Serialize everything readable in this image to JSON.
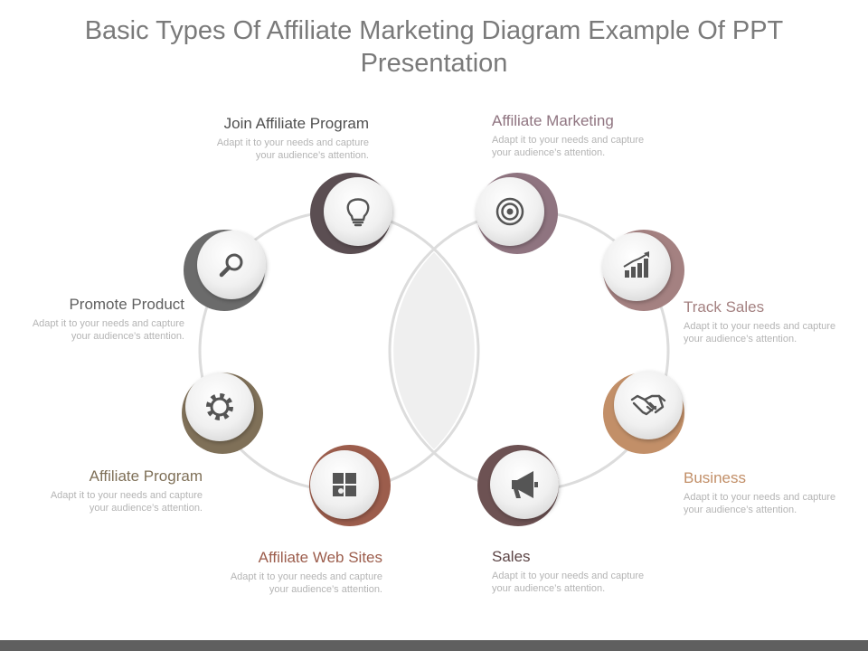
{
  "title": "Basic Types Of Affiliate Marketing Diagram Example Of PPT Presentation",
  "items": [
    {
      "label": "Join Affiliate Program",
      "desc": "Adapt it to your needs and capture your audience’s attention.",
      "color": "#5b4e52",
      "icon": "lightbulb-icon"
    },
    {
      "label": "Affiliate Marketing",
      "desc": "Adapt it to your needs and capture your audience’s attention.",
      "color": "#8f7480",
      "icon": "target-icon"
    },
    {
      "label": "Promote Product",
      "desc": "Adapt it to your needs and capture your audience’s attention.",
      "color": "#6b6b6b",
      "icon": "magnifier-icon"
    },
    {
      "label": "Track Sales",
      "desc": "Adapt it to your needs and capture your audience’s attention.",
      "color": "#a48181",
      "icon": "chart-icon"
    },
    {
      "label": "Affiliate Program",
      "desc": "Adapt it to your needs and capture your audience’s attention.",
      "color": "#7f7058",
      "icon": "gear-icon"
    },
    {
      "label": "Business",
      "desc": "Adapt it to your needs and capture your audience’s attention.",
      "color": "#c28f68",
      "icon": "handshake-icon"
    },
    {
      "label": "Affiliate Web Sites",
      "desc": "Adapt it to your needs and capture your audience’s attention.",
      "color": "#9c5d4c",
      "icon": "puzzle-icon"
    },
    {
      "label": "Sales",
      "desc": "Adapt it to your needs and capture your audience’s attention.",
      "color": "#6d5253",
      "icon": "megaphone-icon"
    }
  ]
}
